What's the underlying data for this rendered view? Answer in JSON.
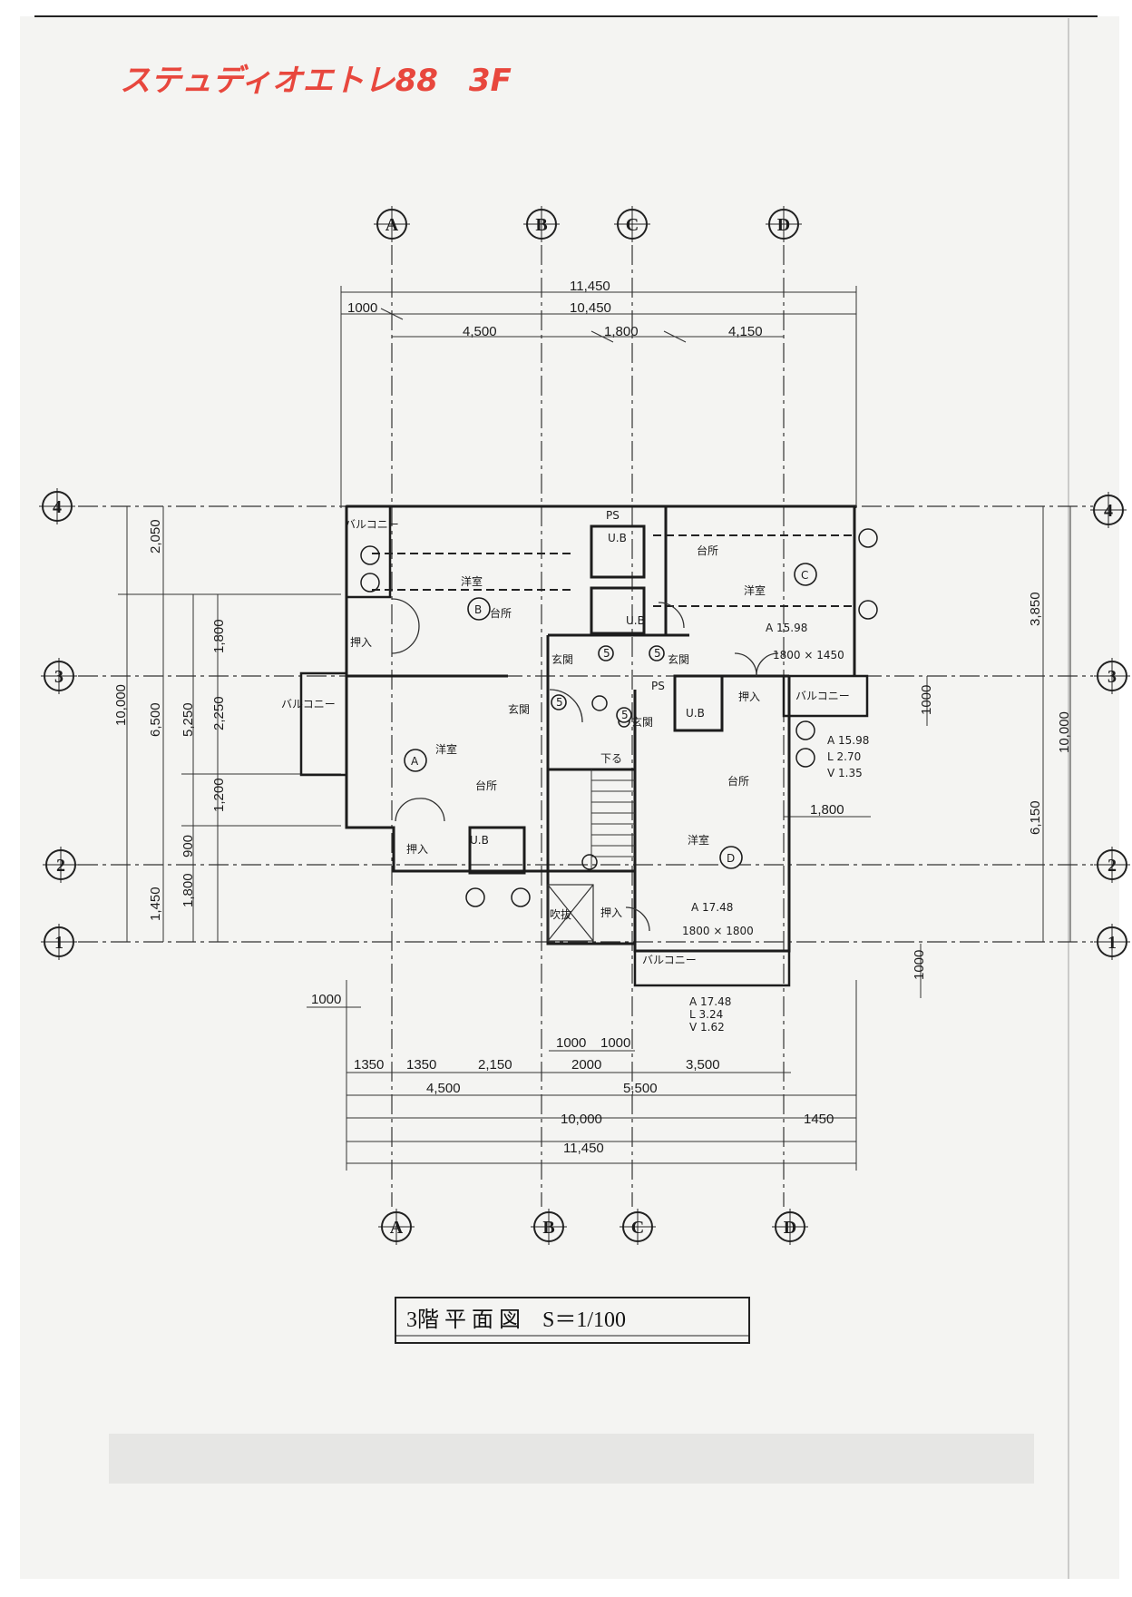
{
  "note": {
    "handwritten": "ステュディオエトレ88　3F",
    "color": "#e8473d"
  },
  "title": {
    "text": "3階 平 面 図　S＝1/100"
  },
  "grid": {
    "columns": [
      "A",
      "B",
      "C",
      "D"
    ],
    "rows": [
      "4",
      "3",
      "2",
      "1"
    ]
  },
  "dims_top": [
    "11,450",
    "10,450",
    "1000",
    "4,500",
    "1,800",
    "4,150"
  ],
  "dims_bottom": [
    "1000",
    "1000",
    "1000",
    "1350",
    "2,150",
    "2000",
    "3,500",
    "4,500",
    "5,500",
    "10,000",
    "1450",
    "11,450",
    "1000"
  ],
  "dims_left": [
    "2,050",
    "1,800",
    "2,250",
    "1,200",
    "900",
    "1,800",
    "1,450",
    "5,250",
    "6,500",
    "10,000"
  ],
  "dims_right": [
    "3,850",
    "1000",
    "10,000",
    "6,150",
    "1,800",
    "1000"
  ],
  "rooms": {
    "yoshitsu": "洋室",
    "daidokoro": "台所",
    "genkan": "玄関",
    "oshiire": "押入",
    "balcony": "バルコニー",
    "ub": "U.B",
    "ps": "PS",
    "kudaru": "下る",
    "fukinuke": "吹抜",
    "a": "A",
    "b": "B",
    "c": "C",
    "d": "D",
    "five": "5"
  },
  "areas": {
    "c_area": "A 15.98",
    "c_win": "1800 × 1450",
    "b3_a": "A 15.98",
    "b3_l": "L 2.70",
    "b3_v": "V 1.35",
    "d_area": "A 17.48",
    "d_win": "1800 × 1800",
    "b1_a": "A 17.48",
    "b1_l": "L 3.24",
    "b1_v": "V 1.62"
  },
  "colors": {
    "ink": "#1c1c1c",
    "paper": "#f4f4f2",
    "annotation": "#e8473d"
  }
}
